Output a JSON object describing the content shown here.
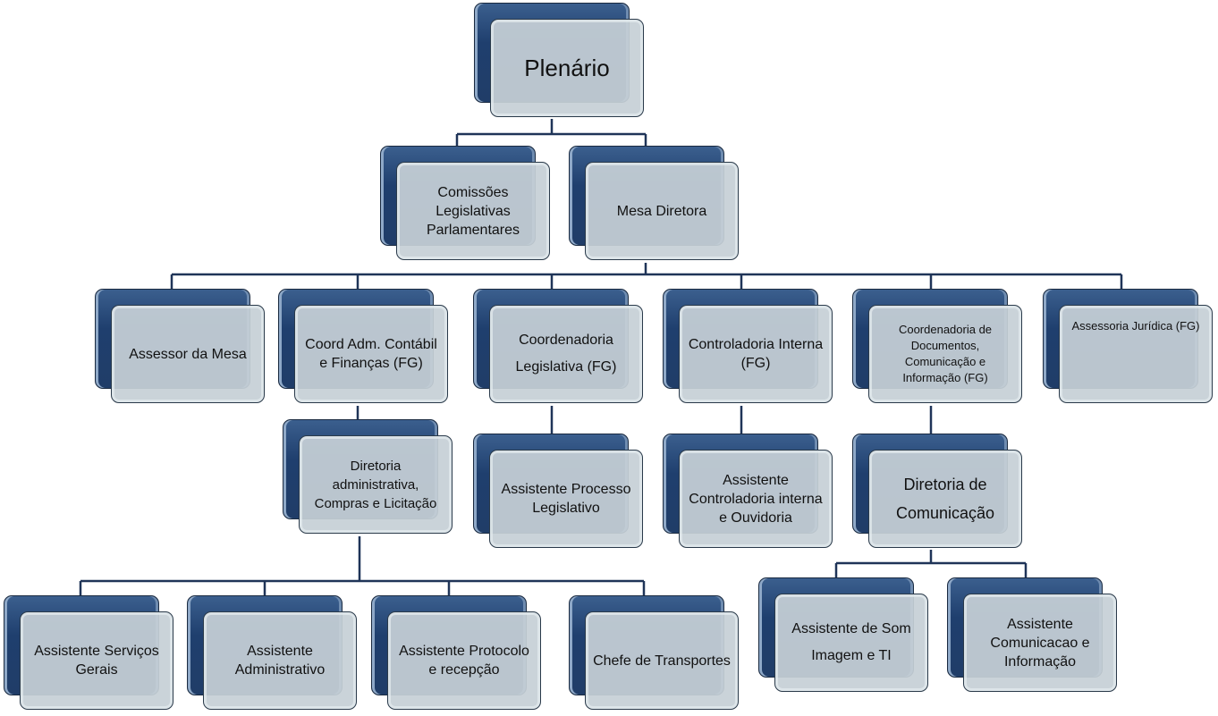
{
  "nodes": {
    "plenario": "Plenário",
    "comissoes": "Comissões Legislativas Parlamentares",
    "mesa": "Mesa Diretora",
    "assessor_mesa": "Assessor da Mesa",
    "coord_adm": "Coord Adm. Contábil e Finanças (FG)",
    "coord_legislativa": "Coordenadoria Legislativa (FG)",
    "controladoria": "Controladoria Interna (FG)",
    "coord_documentos": "Coordenadoria de Documentos, Comunicação e Informação (FG)",
    "assessoria_juridica": "Assessoria Jurídica (FG)",
    "diretoria_adm": "Diretoria administrativa, Compras e Licitação",
    "assist_processo": "Assistente Processo Legislativo",
    "assist_controladoria": "Assistente Controladoria interna e Ouvidoria",
    "diretoria_comunicacao": "Diretoria de Comunicação",
    "assist_servicos": "Assistente Serviços Gerais",
    "assist_administrativo": "Assistente Administrativo",
    "assist_protocolo": "Assistente Protocolo e recepção",
    "chefe_transportes": "Chefe de Transportes",
    "assist_som": "Assistente de Som Imagem e TI",
    "assist_comunicacao": "Assistente Comunicacao e Informação"
  }
}
